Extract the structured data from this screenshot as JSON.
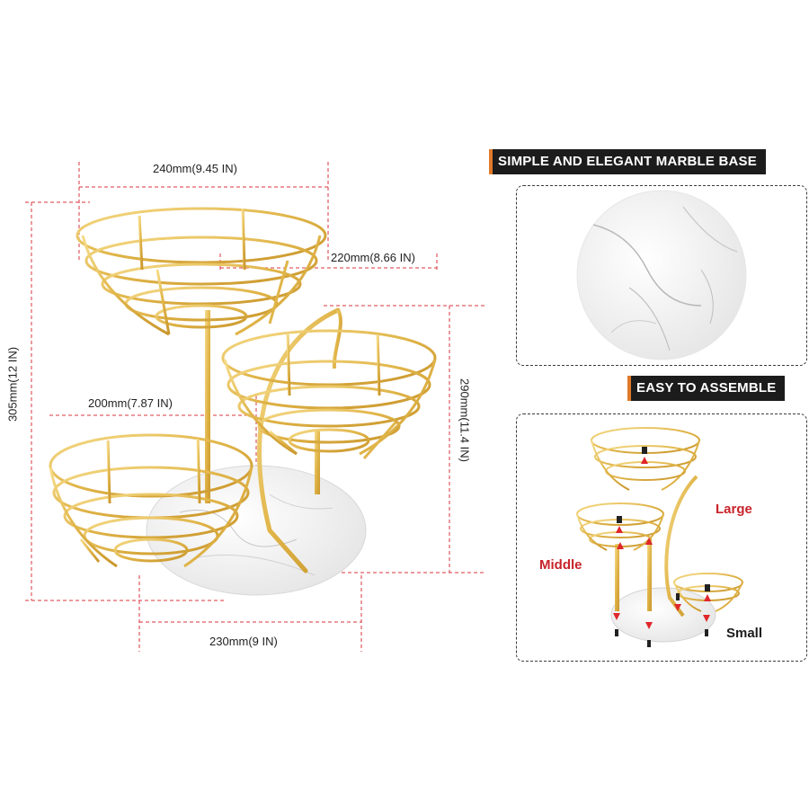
{
  "dimensions": {
    "top_width": "240mm(9.45 IN)",
    "middle_width": "220mm(8.66 IN)",
    "bottom_width": "200mm(7.87 IN)",
    "base_width": "230mm(9 IN)",
    "total_height": "305mm(12 IN)",
    "side_height": "290mm(11.4 IN)"
  },
  "marble_panel": {
    "banner": "SIMPLE AND ELEGANT MARBLE BASE"
  },
  "assemble_panel": {
    "banner": "EASY TO ASSEMBLE",
    "labels": {
      "large": "Large",
      "middle": "Middle",
      "small": "Small"
    }
  },
  "colors": {
    "gold": "#e8c25a",
    "gold_dark": "#c9962c",
    "dim_line": "#d9363e",
    "banner_bg": "#1c1c1c",
    "arrow_red": "#e0272b",
    "label_red": "#c8242b"
  }
}
